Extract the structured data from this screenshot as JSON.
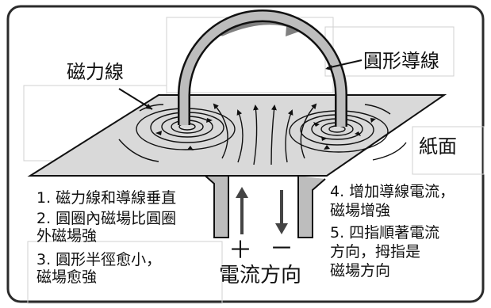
{
  "colors": {
    "frame": "#2b2b2b",
    "sheet": "#d9d9d9",
    "wire": "#bdbdbd",
    "lines": "#111111",
    "top_arrow": "#808080"
  },
  "labels": {
    "field_lines": "磁力線",
    "loop_wire": "圓形導線",
    "paper": "紙面",
    "plus": "＋",
    "minus": "－",
    "current_direction": "電流方向"
  },
  "notes_left": [
    {
      "text": "1. 磁力線和導線垂直"
    },
    {
      "text": "2. 圓圈內磁場比圓圈"
    },
    {
      "text": "    外磁場強"
    },
    {
      "text": "3. 圓形半徑愈小，"
    },
    {
      "text": "    磁場愈強"
    }
  ],
  "notes_right": [
    {
      "text": "4. 增加導線電流，"
    },
    {
      "text": "    磁場增強"
    },
    {
      "text": "5. 四指順著電流"
    },
    {
      "text": "    方向，拇指是"
    },
    {
      "text": "    磁場方向"
    }
  ]
}
